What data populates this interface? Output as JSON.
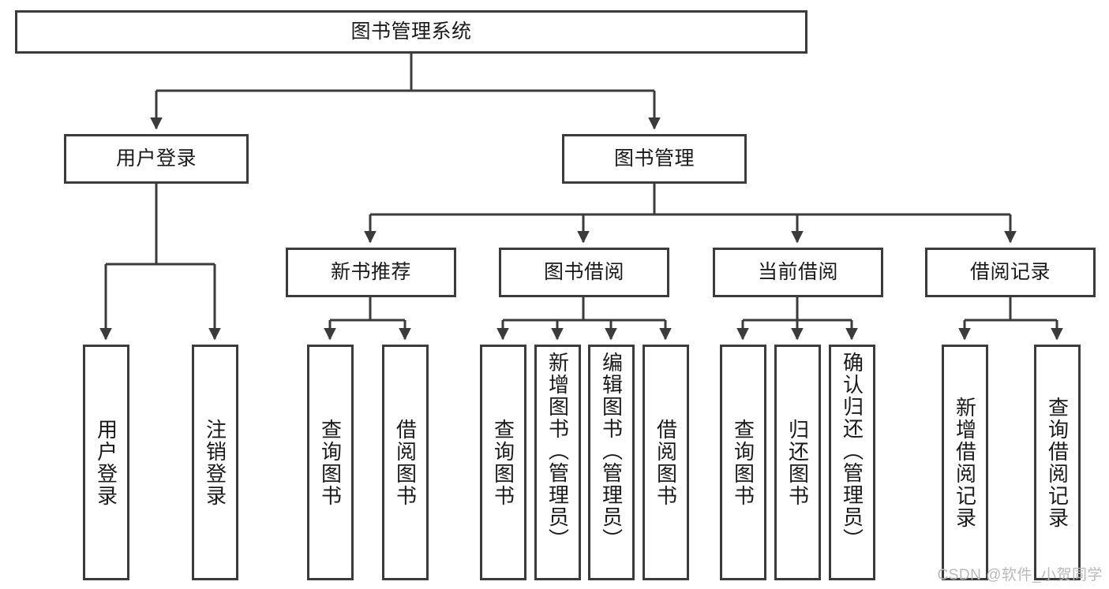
{
  "diagram": {
    "title": "图书管理系统",
    "type": "tree",
    "watermark": "CSDN @软件_小贺同学",
    "colors": {
      "stroke": "#3b3b3b",
      "fill": "#ffffff",
      "text": "#1a1a1a",
      "watermark": "#b9b9b9"
    },
    "levels": {
      "root": "图书管理系统",
      "level2": [
        "用户登录",
        "图书管理"
      ],
      "level3": [
        "新书推荐",
        "图书借阅",
        "当前借阅",
        "借阅记录"
      ]
    },
    "nodes": {
      "root": "图书管理系统",
      "user_login": "用户登录",
      "book_manage": "图书管理",
      "new_book_rec": "新书推荐",
      "book_borrow": "图书借阅",
      "current_borrow": "当前借阅",
      "borrow_record": "借阅记录",
      "leaf_user_login": "用户登录",
      "leaf_logout": "注销登录",
      "leaf_query_book_1": "查询图书",
      "leaf_borrow_book_1": "借阅图书",
      "leaf_query_book_2": "查询图书",
      "leaf_add_book": "新增图书（管理员）",
      "leaf_edit_book": "编辑图书（管理员）",
      "leaf_borrow_book_2": "借阅图书",
      "leaf_query_book_3": "查询图书",
      "leaf_return_book": "归还图书",
      "leaf_confirm_return": "确认归还（管理员）",
      "leaf_add_record": "新增借阅记录",
      "leaf_query_record": "查询借阅记录"
    },
    "edges": [
      {
        "from": "root",
        "to": "user_login"
      },
      {
        "from": "root",
        "to": "book_manage"
      },
      {
        "from": "user_login",
        "to": "leaf_user_login"
      },
      {
        "from": "user_login",
        "to": "leaf_logout"
      },
      {
        "from": "book_manage",
        "to": "new_book_rec"
      },
      {
        "from": "book_manage",
        "to": "book_borrow"
      },
      {
        "from": "book_manage",
        "to": "current_borrow"
      },
      {
        "from": "book_manage",
        "to": "borrow_record"
      },
      {
        "from": "new_book_rec",
        "to": "leaf_query_book_1"
      },
      {
        "from": "new_book_rec",
        "to": "leaf_borrow_book_1"
      },
      {
        "from": "book_borrow",
        "to": "leaf_query_book_2"
      },
      {
        "from": "book_borrow",
        "to": "leaf_add_book"
      },
      {
        "from": "book_borrow",
        "to": "leaf_edit_book"
      },
      {
        "from": "book_borrow",
        "to": "leaf_borrow_book_2"
      },
      {
        "from": "current_borrow",
        "to": "leaf_query_book_3"
      },
      {
        "from": "current_borrow",
        "to": "leaf_return_book"
      },
      {
        "from": "current_borrow",
        "to": "leaf_confirm_return"
      },
      {
        "from": "borrow_record",
        "to": "leaf_add_record"
      },
      {
        "from": "borrow_record",
        "to": "leaf_query_record"
      }
    ]
  }
}
